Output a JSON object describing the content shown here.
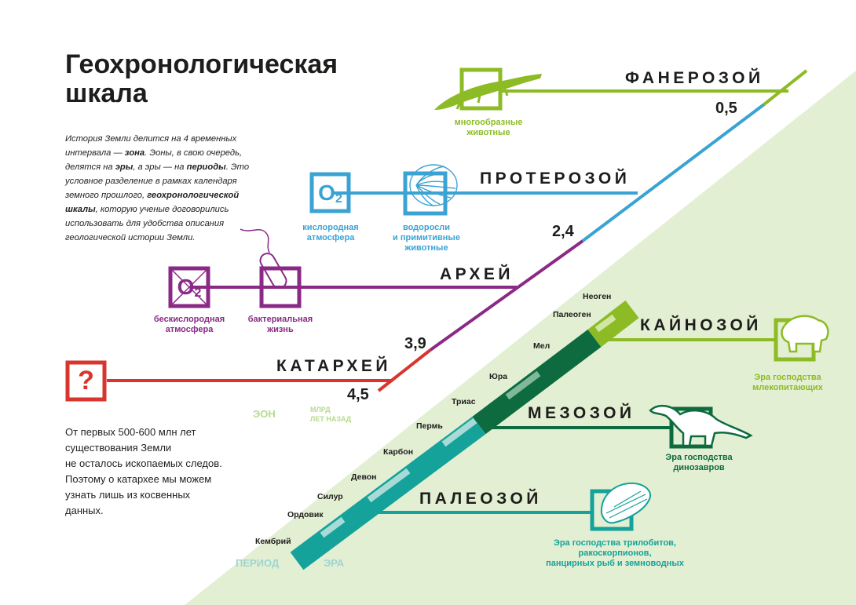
{
  "title": {
    "line1": "Геохронологическая",
    "line2": "шкала"
  },
  "intro": [
    {
      "t": "История Земли делится на 4 временных"
    },
    {
      "t": "интервала — "
    },
    {
      "t": "зона",
      "b": true
    },
    {
      "t": ". Эоны, в свою очередь,"
    },
    {
      "t": "делятся на "
    },
    {
      "t": "эры",
      "b": true
    },
    {
      "t": ", а эры — на "
    },
    {
      "t": "периоды",
      "b": true
    },
    {
      "t": ". Это"
    },
    {
      "t": "условное разделение в рамках календаря"
    },
    {
      "t": "земного прошлого, "
    },
    {
      "t": "геохронологической",
      "b": true
    },
    {
      "t": "шкалы",
      "b": true
    },
    {
      "t": ", которую ученые договорились"
    },
    {
      "t": "использовать для удобства описания"
    },
    {
      "t": "геологической истории Земли."
    }
  ],
  "note": [
    "От первых 500-600 млн лет",
    "существования Земли",
    "не осталось ископаемых следов.",
    "Поэтому о катархее мы можем",
    "узнать лишь из косвенных",
    "данных."
  ],
  "eons": {
    "phanerozoic": "ФАНЕРОЗОЙ",
    "proterozoic": "ПРОТЕРОЗОЙ",
    "archean": "АРХЕЙ",
    "katarchean": "КАТАРХЕЙ"
  },
  "eras": {
    "cenozoic": "КАЙНОЗОЙ",
    "mesozoic": "МЕЗОЗОЙ",
    "paleozoic": "ПАЛЕОЗОЙ"
  },
  "numbers": {
    "n05": "0,5",
    "n24": "2,4",
    "n39": "3,9",
    "n45": "4,5"
  },
  "captions": {
    "animals": [
      "многообразные",
      "животные"
    ],
    "oxygen": [
      "кислородная",
      "атмосфера"
    ],
    "algae": [
      "водоросли",
      "и примитивные",
      "животные"
    ],
    "anoxic": [
      "бескислородная",
      "атмосфера"
    ],
    "bacteria": [
      "бактериальная",
      "жизнь"
    ],
    "mammals": [
      "Эра господства",
      "млекопитающих"
    ],
    "dinosaurs": [
      "Эра господства",
      "динозавров"
    ],
    "trilobites": [
      "Эра господства трилобитов,",
      "ракоскорпионов,",
      "панцирных рыб и земноводных"
    ]
  },
  "icons": {
    "question_mark": "?",
    "oxygen_symbol": "O",
    "oxygen_subscript": "2"
  },
  "legend": {
    "eon": "ЭОН",
    "mya": [
      "МЛРД",
      "ЛЕТ НАЗАД"
    ],
    "period": "ПЕРИОД",
    "era": "ЭРА"
  },
  "periods": [
    "Неоген",
    "Палеоген",
    "Мел",
    "Юра",
    "Триас",
    "Пермь",
    "Карбон",
    "Девон",
    "Силур",
    "Ордовик",
    "Кембрий"
  ],
  "colors": {
    "phanerozoic": "#8dbb25",
    "proterozoic": "#3aa3d3",
    "archean": "#8a2a86",
    "katarchean": "#d7352d",
    "cenozoic": "#8dbb25",
    "mesozoic": "#0d6b3f",
    "paleozoic": "#14a29a",
    "background": "#e3efd3"
  }
}
